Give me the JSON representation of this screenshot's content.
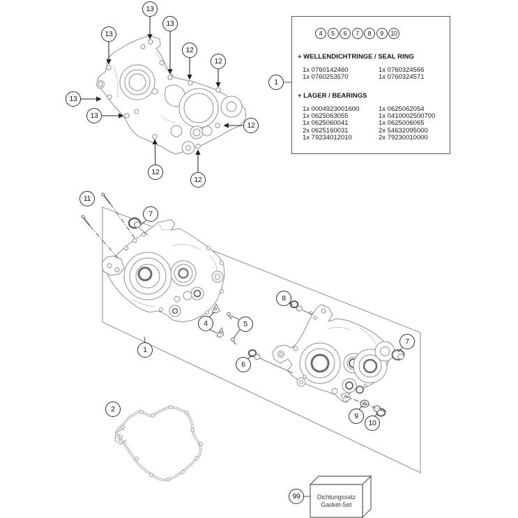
{
  "colors": {
    "callout_line": "#2e2e2e",
    "artwork": "#8e8e8e",
    "background": "#ffffff"
  },
  "callouts": [
    {
      "label": "13"
    },
    {
      "label": "13"
    },
    {
      "label": "13"
    },
    {
      "label": "12"
    },
    {
      "label": "12"
    },
    {
      "label": "13"
    },
    {
      "label": "13"
    },
    {
      "label": "12"
    },
    {
      "label": "12"
    },
    {
      "label": "12"
    },
    {
      "label": "1"
    },
    {
      "label": "11"
    },
    {
      "label": "7"
    },
    {
      "label": "1"
    },
    {
      "label": "4"
    },
    {
      "label": "5"
    },
    {
      "label": "6"
    },
    {
      "label": "8"
    },
    {
      "label": "7"
    },
    {
      "label": "9"
    },
    {
      "label": "10"
    },
    {
      "label": "2"
    },
    {
      "label": "99"
    }
  ],
  "infobox": {
    "ref_numbers": [
      "4",
      "5",
      "6",
      "7",
      "8",
      "9",
      "10"
    ],
    "seal_title": "+ WELLENDICHTRINGE / SEAL RING",
    "seal_rows": [
      {
        "left": "1x 0760142460",
        "right": "1x 0760324566"
      },
      {
        "left": "1x 0760253570",
        "right": "1x 0760324571"
      }
    ],
    "bearing_title": "+ LAGER / BEARINGS",
    "bearing_rows": [
      {
        "left": "1x 0004923001600",
        "right": "1x 0625062054"
      },
      {
        "left": "1x 0625063055",
        "right": "1x 0410002500700"
      },
      {
        "left": "1x 0625060041",
        "right": "1x 0625006065"
      },
      {
        "left": "2x 0625160031",
        "right": "2x 54632095000"
      },
      {
        "left": "1x 79234012010",
        "right": "2x 79230010000"
      }
    ]
  },
  "gasket_box": {
    "line1": "Dichtungssatz",
    "line2": "Gasket-Set"
  }
}
